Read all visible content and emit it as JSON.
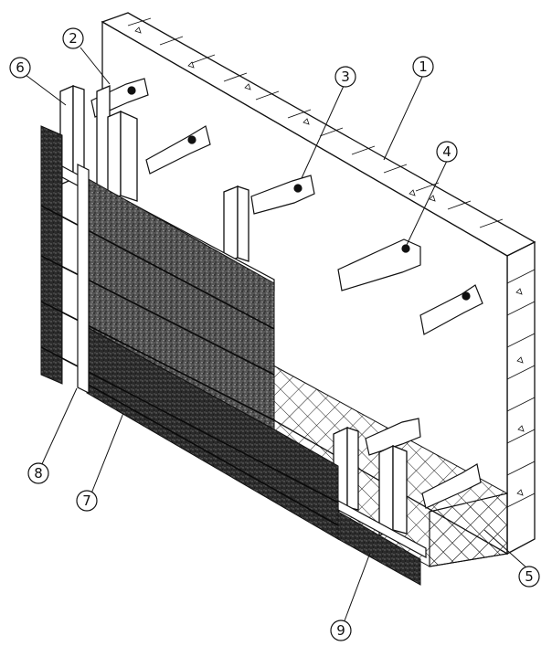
{
  "diagram": {
    "callouts": [
      {
        "id": "1",
        "label": "1"
      },
      {
        "id": "2",
        "label": "2"
      },
      {
        "id": "3",
        "label": "3"
      },
      {
        "id": "4",
        "label": "4"
      },
      {
        "id": "5",
        "label": "5"
      },
      {
        "id": "6",
        "label": "6"
      },
      {
        "id": "7",
        "label": "7"
      },
      {
        "id": "8",
        "label": "8"
      },
      {
        "id": "9",
        "label": "9"
      }
    ],
    "colors": {
      "ink": "#111111",
      "paper": "#ffffff",
      "panel_dark": "#3a3a3a",
      "panel_mid": "#6a6a6a"
    }
  }
}
